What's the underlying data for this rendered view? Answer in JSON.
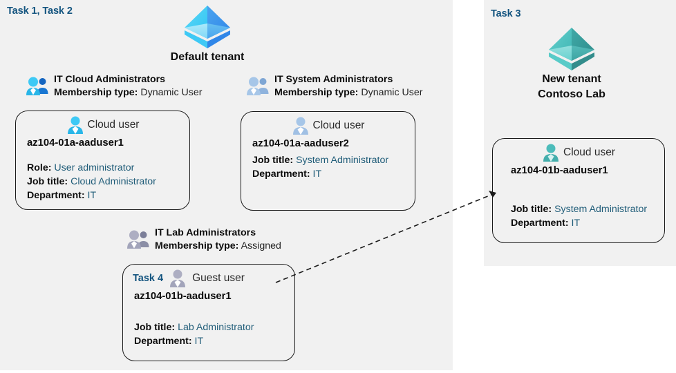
{
  "colors": {
    "panel_bg": "#f1f1f1",
    "task_label": "#13547f",
    "card_border": "#1a1a1a",
    "prop_value": "#1f5c78",
    "tenant_blue": "#35b9f0",
    "tenant_teal": "#4cc2c0"
  },
  "left_panel": {
    "task_label": "Task 1, Task 2",
    "tenant": {
      "icon": "azure-ad-tenant-icon",
      "title": "Default tenant"
    },
    "groups": [
      {
        "icon": "group-users-blue-icon",
        "name": "IT Cloud Administrators",
        "meta_label": "Membership type:",
        "meta_value": "Dynamic User"
      },
      {
        "icon": "group-users-lightblue-icon",
        "name": "IT System Administrators",
        "meta_label": "Membership type:",
        "meta_value": "Dynamic User"
      },
      {
        "icon": "group-users-gray-icon",
        "name": "IT Lab Administrators",
        "meta_label": "Membership type:",
        "meta_value": "Assigned"
      }
    ],
    "cards": [
      {
        "task": "",
        "user_icon": "cloud-user-blue-icon",
        "user_type": "Cloud user",
        "user_name": "az104-01a-aaduser1",
        "props": [
          {
            "label": "Role:",
            "value": "User administrator"
          },
          {
            "label": "Job title:",
            "value": "Cloud Administrator"
          },
          {
            "label": "Department:",
            "value": "IT"
          }
        ]
      },
      {
        "task": "",
        "user_icon": "cloud-user-lightblue-icon",
        "user_type": "Cloud user",
        "user_name": "az104-01a-aaduser2",
        "props": [
          {
            "label": "Job title:",
            "value": "System Administrator"
          },
          {
            "label": "Department:",
            "value": "IT"
          }
        ]
      },
      {
        "task": "Task 4",
        "user_icon": "guest-user-gray-icon",
        "user_type": "Guest user",
        "user_name": "az104-01b-aaduser1",
        "props": [
          {
            "label": "Job title:",
            "value": "Lab Administrator"
          },
          {
            "label": "Department:",
            "value": "IT"
          }
        ]
      }
    ]
  },
  "right_panel": {
    "task_label": "Task 3",
    "tenant": {
      "icon": "azure-ad-tenant-teal-icon",
      "title_line1": "New  tenant",
      "title_line2": "Contoso Lab"
    },
    "card": {
      "user_icon": "cloud-user-teal-icon",
      "user_type": "Cloud user",
      "user_name": "az104-01b-aaduser1",
      "props": [
        {
          "label": "Job title:",
          "value": "System Administrator"
        },
        {
          "label": "Department:",
          "value": "IT"
        }
      ]
    }
  },
  "connector": {
    "name": "invite-guest-user-arrow",
    "style": "dashed-arrow"
  }
}
